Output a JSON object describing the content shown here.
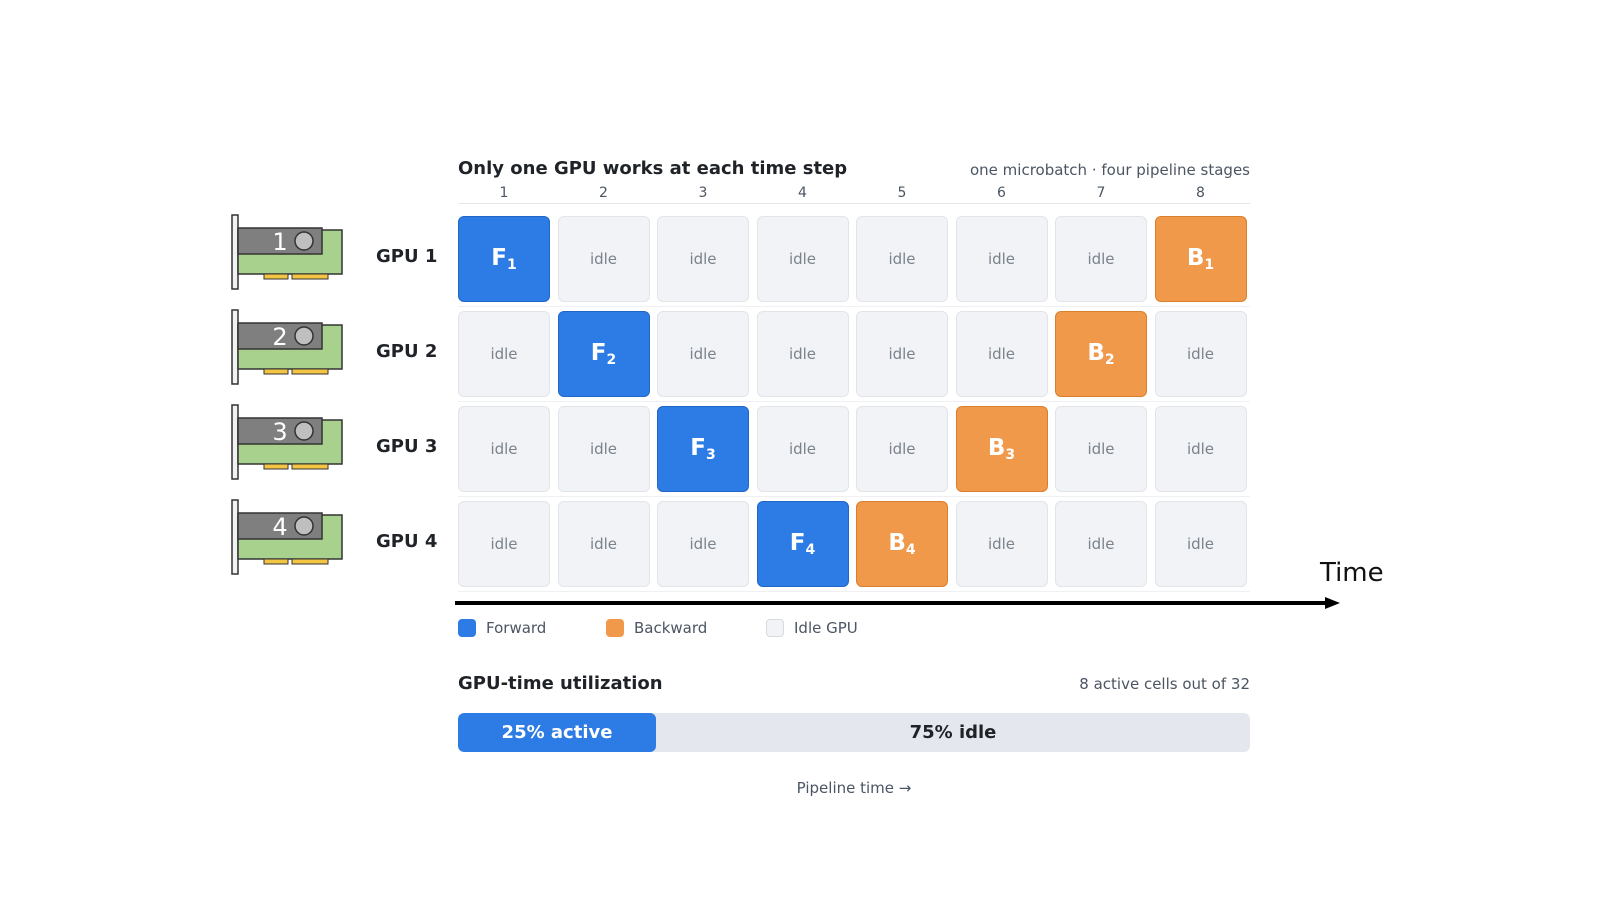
{
  "title": "Only one GPU works at each time step",
  "subtitle": "one microbatch · four pipeline stages",
  "time_steps": [
    "1",
    "2",
    "3",
    "4",
    "5",
    "6",
    "7",
    "8"
  ],
  "idle_text": "idle",
  "time_label": "Time",
  "gpus": [
    {
      "icon_number": "1",
      "label": "GPU 1",
      "forward": {
        "step": 1,
        "letter": "F",
        "sub": "1"
      },
      "backward": {
        "step": 8,
        "letter": "B",
        "sub": "1"
      }
    },
    {
      "icon_number": "2",
      "label": "GPU 2",
      "forward": {
        "step": 2,
        "letter": "F",
        "sub": "2"
      },
      "backward": {
        "step": 7,
        "letter": "B",
        "sub": "2"
      }
    },
    {
      "icon_number": "3",
      "label": "GPU 3",
      "forward": {
        "step": 3,
        "letter": "F",
        "sub": "3"
      },
      "backward": {
        "step": 6,
        "letter": "B",
        "sub": "3"
      }
    },
    {
      "icon_number": "4",
      "label": "GPU 4",
      "forward": {
        "step": 4,
        "letter": "F",
        "sub": "4"
      },
      "backward": {
        "step": 5,
        "letter": "B",
        "sub": "4"
      }
    }
  ],
  "legend": [
    {
      "key": "forward",
      "label": "Forward",
      "color": "#2d7be5"
    },
    {
      "key": "backward",
      "label": "Backward",
      "color": "#f0994a"
    },
    {
      "key": "idle",
      "label": "Idle GPU",
      "color": "#f1f3f6"
    }
  ],
  "utilization": {
    "title": "GPU-time utilization",
    "note": "8 active cells out of 32",
    "active_fraction": 0.25,
    "active_label": "25% active",
    "idle_label": "75% idle"
  },
  "pipeline_time_label": "Pipeline time →"
}
